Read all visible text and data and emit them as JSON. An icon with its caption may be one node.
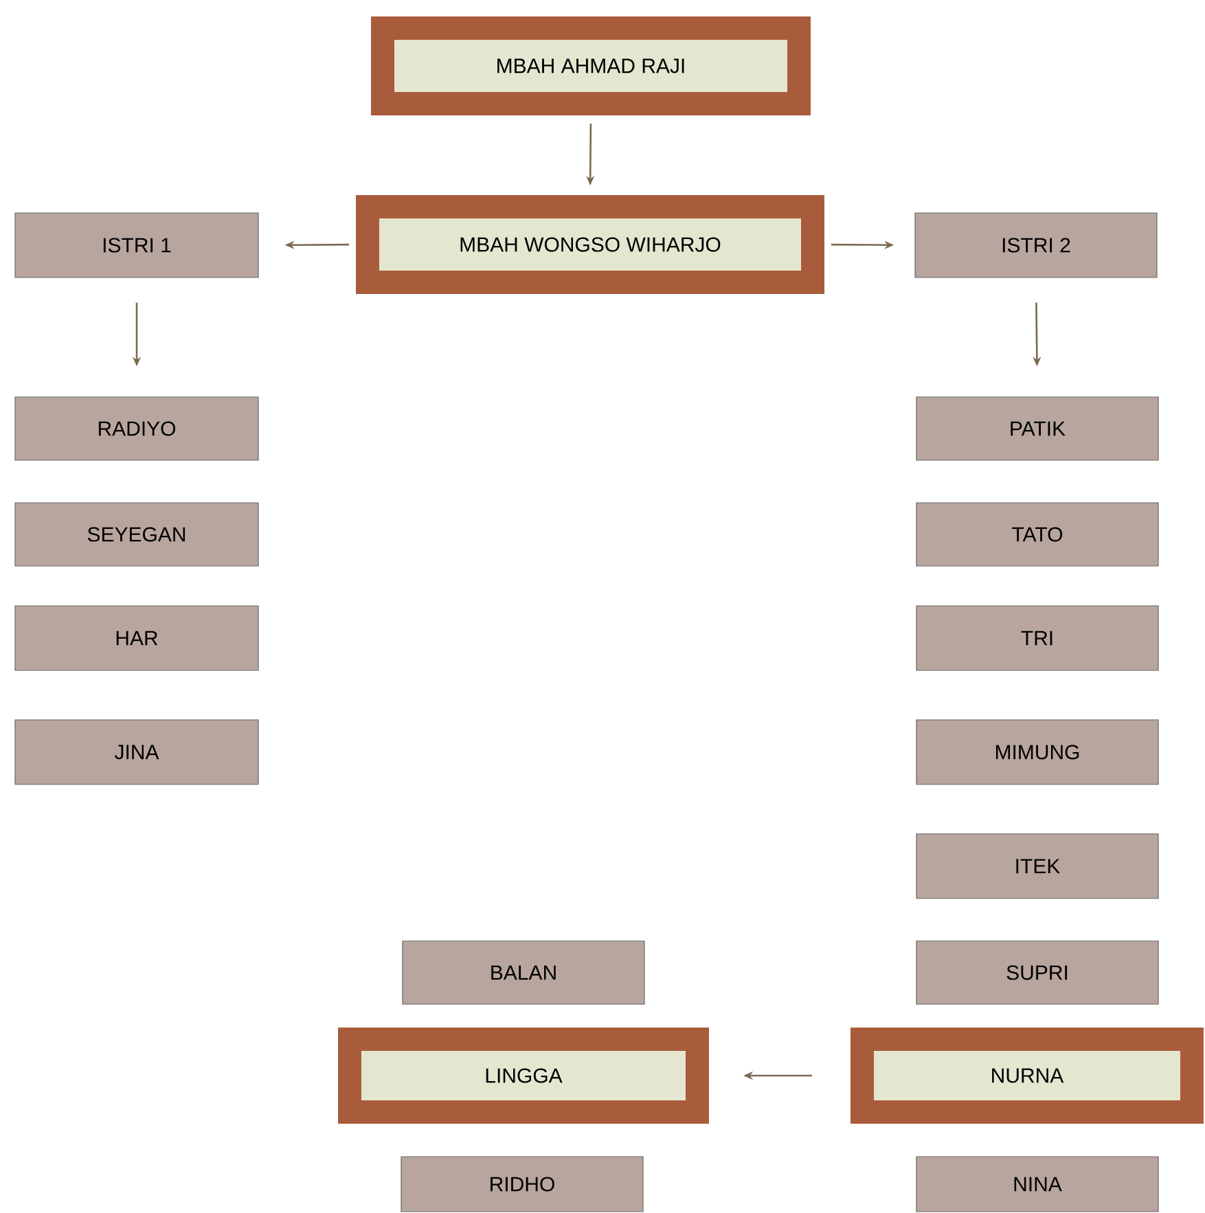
{
  "diagram": {
    "nodes": [
      {
        "text": [
          "MBAH AHMAD RAJI"
        ]
      },
      {
        "text": [
          "MBAH WONGSO WIHARJO"
        ]
      },
      {
        "text": [
          "ISTRI 1"
        ]
      },
      {
        "text": [
          "ISTRI 2"
        ]
      },
      {
        "text": [
          "RADIYO"
        ]
      },
      {
        "text": [
          "SEYEGAN"
        ]
      },
      {
        "text": [
          "HAR"
        ]
      },
      {
        "text": [
          "JINA"
        ]
      },
      {
        "text": [
          "PATIK"
        ]
      },
      {
        "text": [
          "TATO"
        ]
      },
      {
        "text": [
          "TRI"
        ]
      },
      {
        "text": [
          "MIMUNG"
        ]
      },
      {
        "text": [
          "ITEK"
        ]
      },
      {
        "text": [
          "SUPRI"
        ]
      },
      {
        "text": [
          "BALAN"
        ]
      },
      {
        "text": [
          "LINGGA"
        ]
      },
      {
        "text": [
          "NURNA"
        ]
      },
      {
        "text": [
          "RIDHO"
        ]
      },
      {
        "text": [
          "NINA"
        ]
      }
    ],
    "edges": [
      {
        "from": 0,
        "to": 1,
        "arrow": "to"
      },
      {
        "from": 1,
        "to": 2,
        "arrow": "to"
      },
      {
        "from": 1,
        "to": 3,
        "arrow": "to"
      },
      {
        "from": 2,
        "to": 4,
        "arrow": "to"
      },
      {
        "from": 3,
        "to": 8,
        "arrow": "to"
      },
      {
        "from": 16,
        "to": 15,
        "arrow": "to"
      }
    ]
  }
}
